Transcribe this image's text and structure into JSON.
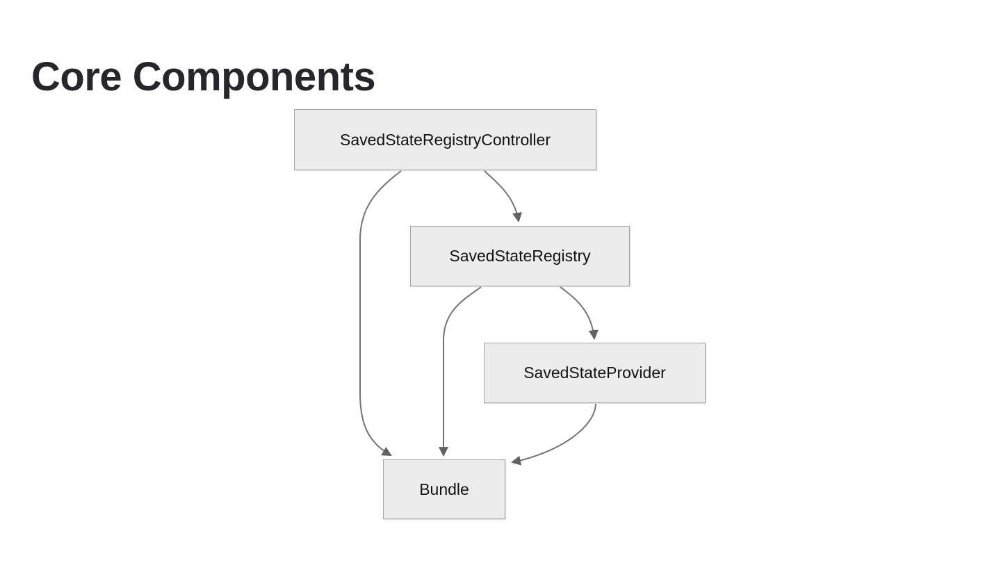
{
  "slide": {
    "title": "Core Components"
  },
  "diagram": {
    "nodes": [
      {
        "id": "controller",
        "label": "SavedStateRegistryController"
      },
      {
        "id": "registry",
        "label": "SavedStateRegistry"
      },
      {
        "id": "provider",
        "label": "SavedStateProvider"
      },
      {
        "id": "bundle",
        "label": "Bundle"
      }
    ],
    "edges": [
      {
        "from": "SavedStateRegistryController",
        "to": "SavedStateRegistry"
      },
      {
        "from": "SavedStateRegistryController",
        "to": "Bundle"
      },
      {
        "from": "SavedStateRegistry",
        "to": "SavedStateProvider"
      },
      {
        "from": "SavedStateRegistry",
        "to": "Bundle"
      },
      {
        "from": "SavedStateProvider",
        "to": "Bundle"
      }
    ],
    "colors": {
      "background": "#ffffff",
      "title_text": "#25272c",
      "node_fill": "#ececec",
      "node_border": "#a3a3a3",
      "node_text": "#121212",
      "edge": "#737373",
      "arrow": "#616161"
    }
  }
}
